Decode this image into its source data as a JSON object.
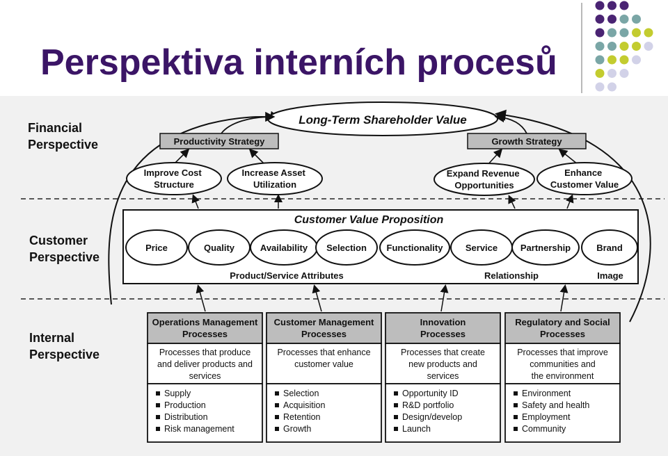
{
  "slide": {
    "title": "Perspektiva interních procesů",
    "dot_colors": {
      "purple": "#4a2473",
      "teal": "#7aa6a6",
      "lime": "#c3cc2f",
      "lavender": "#d2d2e8"
    }
  },
  "diagram": {
    "perspectives": {
      "financial": [
        "Financial",
        "Perspective"
      ],
      "customer": [
        "Customer",
        "Perspective"
      ],
      "internal": [
        "Internal",
        "Perspective"
      ]
    },
    "financial": {
      "shareholder_value": "Long-Term Shareholder Value",
      "productivity_strategy": "Productivity Strategy",
      "growth_strategy": "Growth Strategy",
      "improve_cost": [
        "Improve Cost",
        "Structure"
      ],
      "increase_asset": [
        "Increase Asset",
        "Utilization"
      ],
      "expand_revenue": [
        "Expand Revenue",
        "Opportunities"
      ],
      "enhance_customer": [
        "Enhance",
        "Customer Value"
      ]
    },
    "customer": {
      "proposition_title": "Customer Value Proposition",
      "attributes": [
        "Price",
        "Quality",
        "Availability",
        "Selection",
        "Functionality",
        "Service",
        "Partnership",
        "Brand"
      ],
      "group_product": "Product/Service Attributes",
      "group_relationship": "Relationship",
      "group_image": "Image"
    },
    "internal": {
      "processes": [
        {
          "title": [
            "Operations Management",
            "Processes"
          ],
          "desc": [
            "Processes that produce",
            "and deliver products and",
            "services"
          ],
          "items": [
            "Supply",
            "Production",
            "Distribution",
            "Risk management"
          ]
        },
        {
          "title": [
            "Customer Management",
            "Processes"
          ],
          "desc": [
            "Processes that enhance",
            "customer value"
          ],
          "items": [
            "Selection",
            "Acquisition",
            "Retention",
            "Growth"
          ]
        },
        {
          "title": [
            "Innovation",
            "Processes"
          ],
          "desc": [
            "Processes that create",
            "new products and",
            "services"
          ],
          "items": [
            "Opportunity ID",
            "R&D portfolio",
            "Design/develop",
            "Launch"
          ]
        },
        {
          "title": [
            "Regulatory and Social",
            "Processes"
          ],
          "desc": [
            "Processes that improve",
            "communities and",
            "the environment"
          ],
          "items": [
            "Environment",
            "Safety and health",
            "Employment",
            "Community"
          ]
        }
      ]
    }
  }
}
